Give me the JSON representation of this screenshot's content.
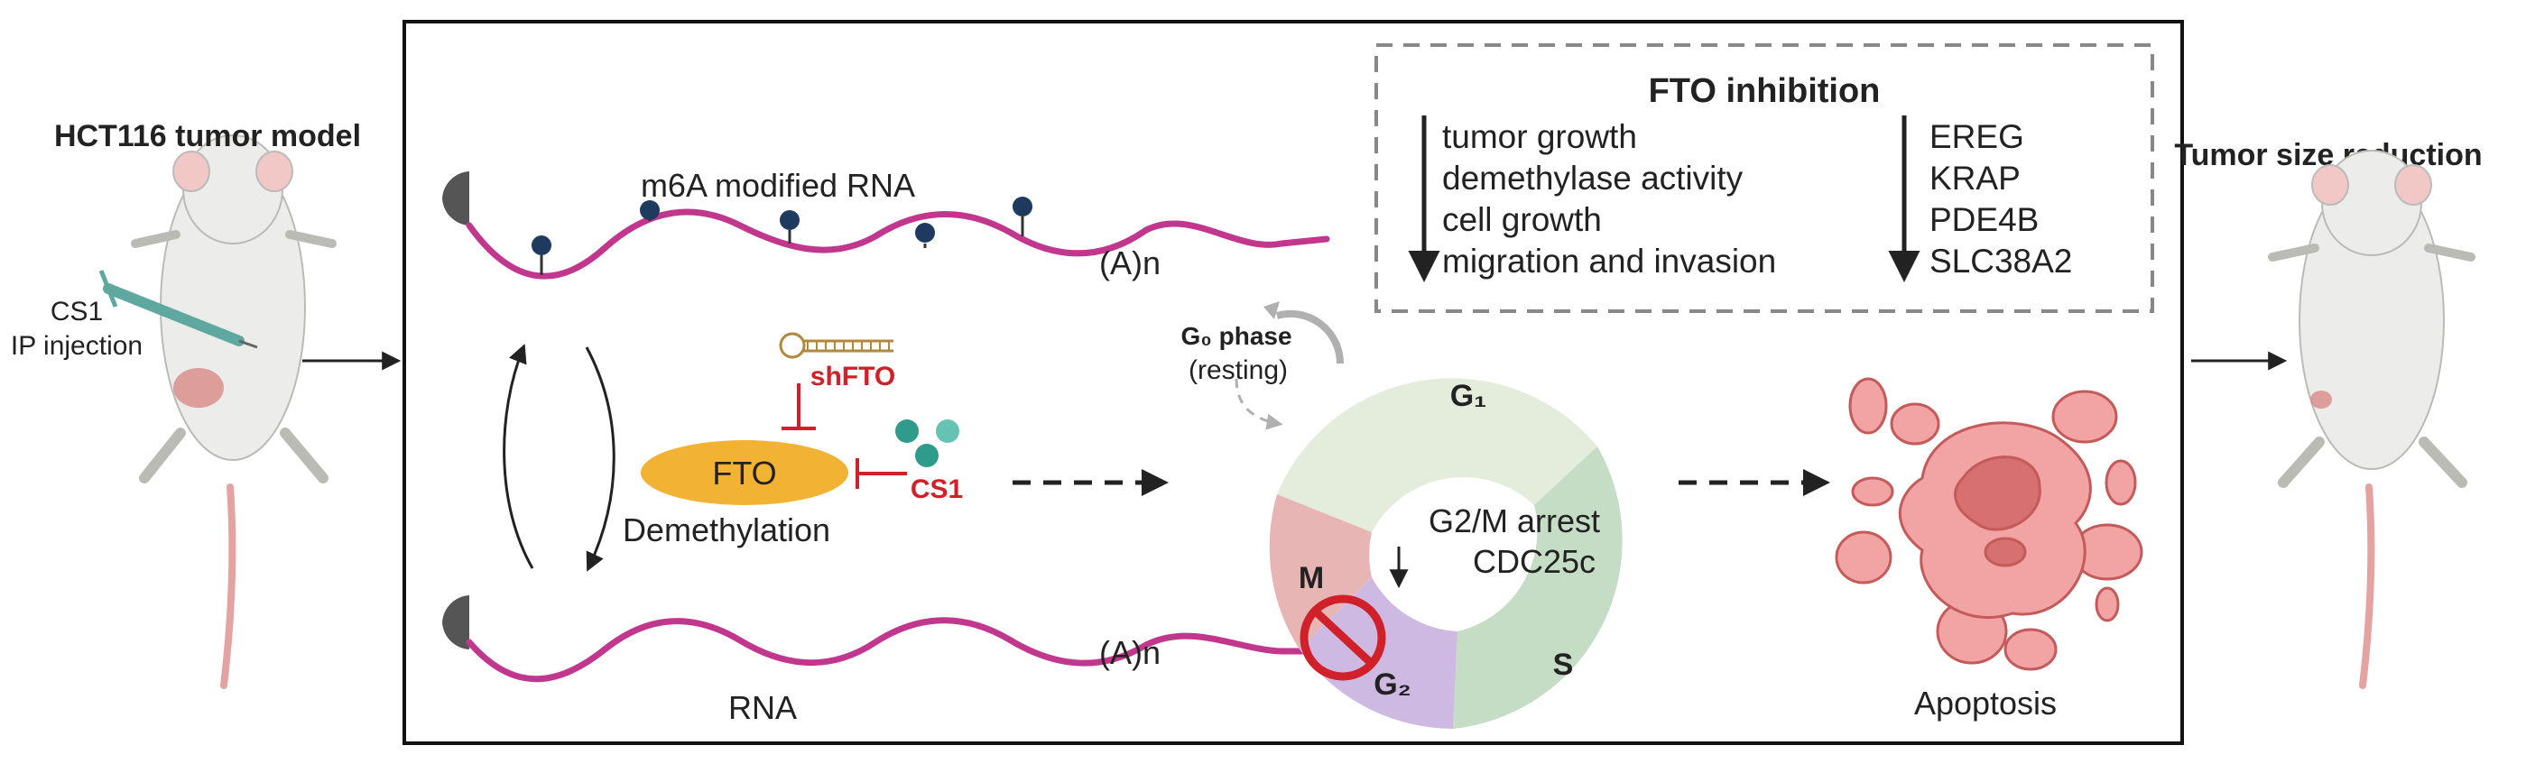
{
  "left": {
    "title": "HCT116 tumor model",
    "drug_line1": "CS1",
    "drug_line2": "IP injection"
  },
  "right": {
    "title": "Tumor size reduction"
  },
  "rna": {
    "top_label": "m6A modified RNA",
    "bottom_label": "RNA",
    "polya_top": "(A)n",
    "polya_bottom": "(A)n"
  },
  "enzyme": {
    "fto": "FTO",
    "demethylation": "Demethylation",
    "shfto": "shFTO",
    "inhibitor": "CS1"
  },
  "inhibition_box": {
    "title": "FTO inhibition",
    "left_items": [
      "tumor growth",
      "demethylase activity",
      "cell growth",
      "migration and invasion"
    ],
    "right_items": [
      "EREG",
      "KRAP",
      "PDE4B",
      "SLC38A2"
    ]
  },
  "cell_cycle": {
    "g0_label": "G₀ phase",
    "g0_sub": "(resting)",
    "g1": "G₁",
    "s": "S",
    "m": "M",
    "g2": "G₂",
    "arrest": "G2/M arrest",
    "marker": "CDC25c"
  },
  "outcome": {
    "label": "Apoptosis"
  },
  "colors": {
    "rna": "#c2378e",
    "m6a": "#1e3a5f",
    "fto": "#f2b233",
    "red": "#d0202a",
    "g1": "#e4ecdc",
    "s": "#c5dcc5",
    "m": "#e8b5b5",
    "g2": "#cdb9e2",
    "cell": "#f2a3a3"
  }
}
